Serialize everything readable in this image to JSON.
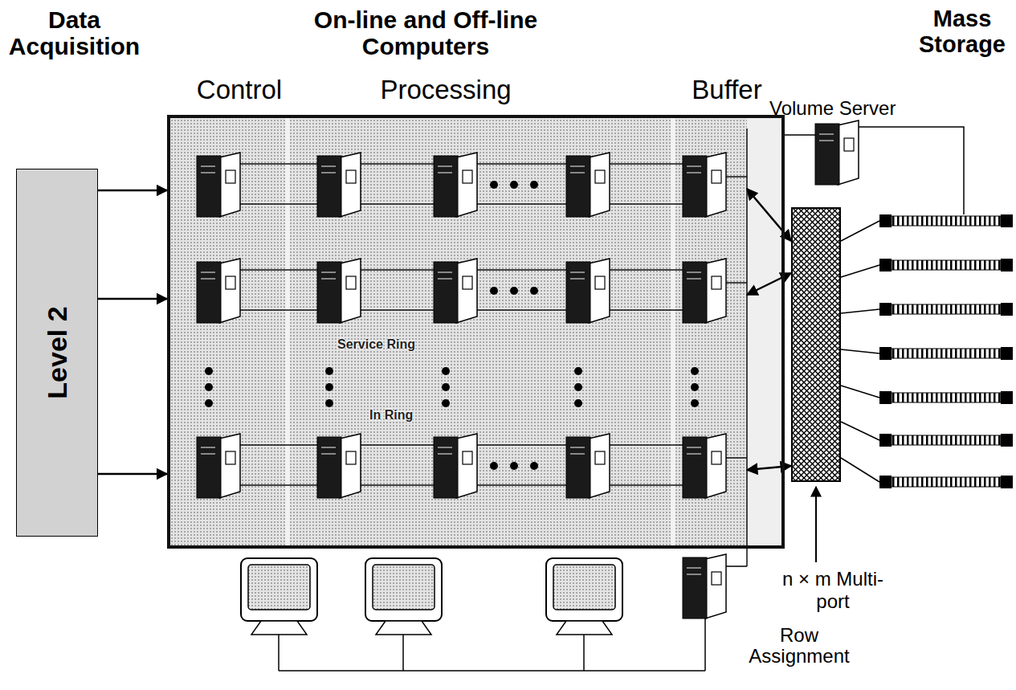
{
  "diagram": {
    "nodes": [
      {
        "text": [
          "Level 2"
        ]
      },
      {
        "text": [
          "Service Ring",
          "In Ring"
        ]
      },
      {
        "text": [
          "Control"
        ],
        "in": 1
      },
      {
        "text": [
          "Processing"
        ],
        "in": 1
      },
      {
        "text": [
          "Buffer"
        ],
        "in": 1
      },
      {
        "text": [
          "n × m Multi-port"
        ]
      }
    ],
    "edges": [
      {
        "from": 0,
        "to": 2,
        "arrow": "to"
      },
      {
        "from": 0,
        "to": 2,
        "arrow": "to"
      },
      {
        "from": 0,
        "to": 2,
        "arrow": "to"
      },
      {
        "from": 4,
        "to": 5,
        "arrow": "both"
      },
      {
        "from": 4,
        "to": 5,
        "arrow": "both"
      },
      {
        "from": 4,
        "to": 5,
        "arrow": "both"
      }
    ],
    "labels": [
      "Data Acquisition",
      "On-line and Off-line Computers",
      "Mass Storage",
      "Volume Server",
      "Row Assignment"
    ]
  }
}
